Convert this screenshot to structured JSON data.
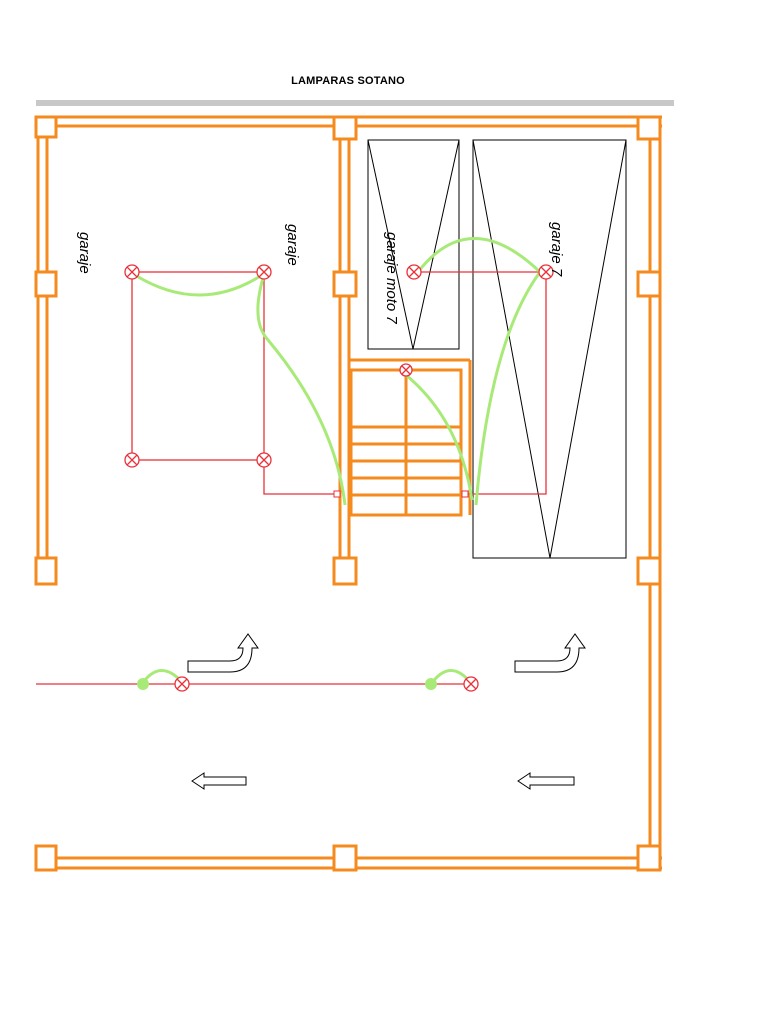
{
  "title": "LAMPARAS SOTANO",
  "labels": {
    "garaje_left": "garaje",
    "garaje_center": "garaje",
    "garaje_moto": "garaje moto 7",
    "garaje_right": "garaje 7"
  },
  "colors": {
    "walls": "#f58a1f",
    "circuit": "#e8323a",
    "switch_leg": "#a8ea78",
    "lines": "#000000",
    "gray_bar": "#c8c8c8"
  },
  "icons": {
    "lamp": "lamp-x-circle-icon",
    "turn_arrow": "turn-arrow-icon",
    "left_arrow": "left-arrow-icon"
  }
}
